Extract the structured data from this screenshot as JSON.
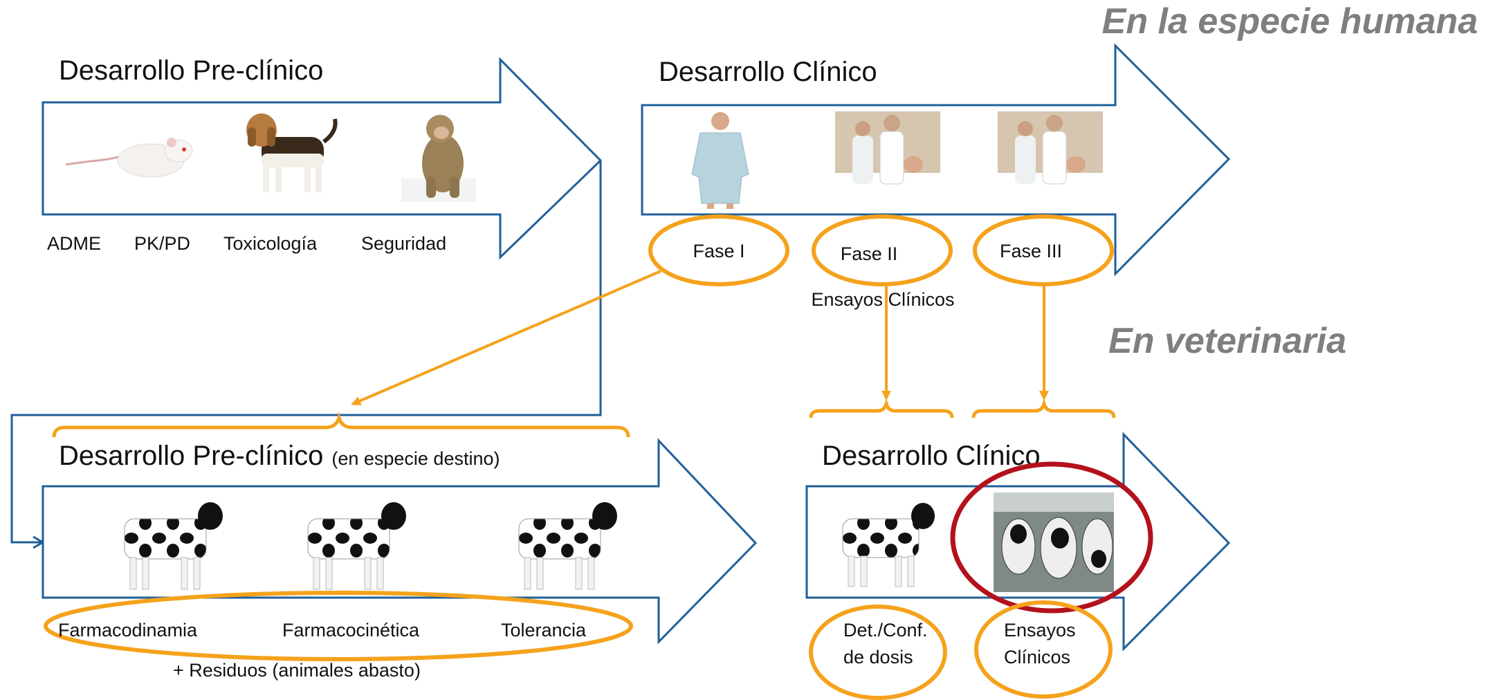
{
  "headings": {
    "human": "En la especie humana",
    "vet": "En veterinaria"
  },
  "top_preclinical": {
    "title": "Desarrollo Pre-clínico",
    "labels": [
      "ADME",
      "PK/PD",
      "Toxicología",
      "Seguridad"
    ],
    "images": [
      "rat-image",
      "beagle-dog-image",
      "monkey-image"
    ]
  },
  "top_clinical": {
    "title": "Desarrollo Clínico",
    "phases": [
      "Fase I",
      "Fase II",
      "Fase III"
    ],
    "caption": "Ensayos Clínicos",
    "images": [
      "patient-gown-image",
      "hospital-bed-image",
      "hospital-bed-image"
    ]
  },
  "bottom_preclinical": {
    "title": "Desarrollo Pre-clínico",
    "title_suffix": "(en especie destino)",
    "labels": [
      "Farmacodinamia",
      "Farmacocinética",
      "Tolerancia"
    ],
    "note": "+ Residuos (animales abasto)"
  },
  "bottom_clinical": {
    "title": "Desarrollo Clínico",
    "labels": [
      {
        "line1": "Det./Conf.",
        "line2": "de dosis"
      },
      {
        "line1": "Ensayos",
        "line2": "Clínicos"
      }
    ]
  },
  "colors": {
    "arrow_outline": "#1f5f99",
    "orange": "#f5a21c",
    "red": "#b3111c",
    "heading_grey": "#7f7f7f"
  }
}
